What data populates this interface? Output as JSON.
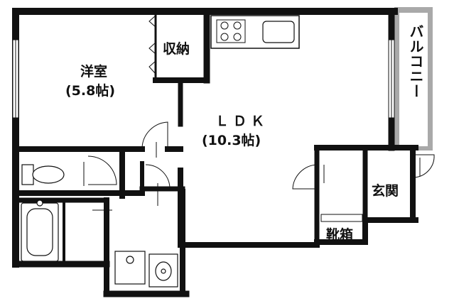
{
  "floorplan": {
    "rooms": {
      "yoshitsu": {
        "name": "洋室",
        "area": "(5.8帖)"
      },
      "ldk": {
        "name": "ＬＤＫ",
        "area": "(10.3帖)"
      },
      "shuno": {
        "name": "収納"
      },
      "genkan": {
        "name": "玄関"
      },
      "kutsubako": {
        "name": "靴箱"
      },
      "balcony": {
        "name": "バルコニー"
      }
    },
    "colors": {
      "wall": "#111111",
      "balcony": "#a9a9a9",
      "floor": "#ffffff"
    }
  }
}
